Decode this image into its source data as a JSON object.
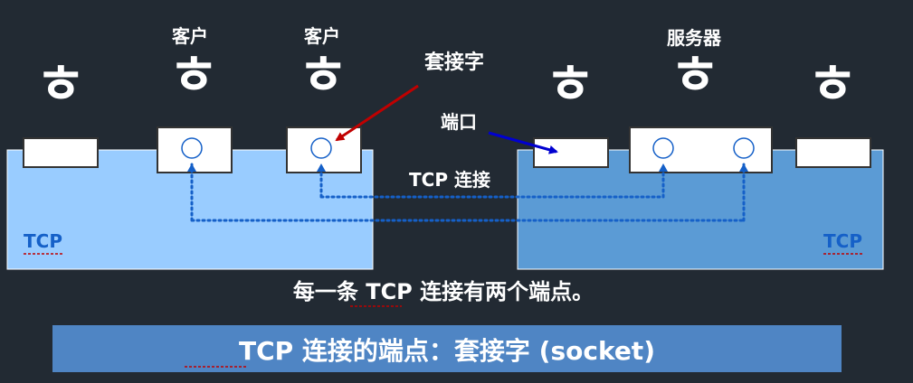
{
  "labels": {
    "client_1": "客户",
    "client_2": "客户",
    "server": "服务器",
    "socket": "套接字",
    "port": "端口",
    "tcp_connection": "TCP 连接",
    "tcp_left": "TCP",
    "tcp_right": "TCP"
  },
  "process_glyph": "ㅎ",
  "caption": "每一条 TCP 连接有两个端点。",
  "banner": "TCP 连接的端点：套接字 (socket)",
  "colors": {
    "background": "#222a33",
    "left_tcp_box": "#99ccff",
    "right_tcp_box": "#5b9bd5",
    "banner": "#4f85c4",
    "socket_arrow": "#c00000",
    "port_arrow": "#0000d0",
    "connection_line": "#1560c8",
    "circle_stroke": "#1560c8"
  }
}
